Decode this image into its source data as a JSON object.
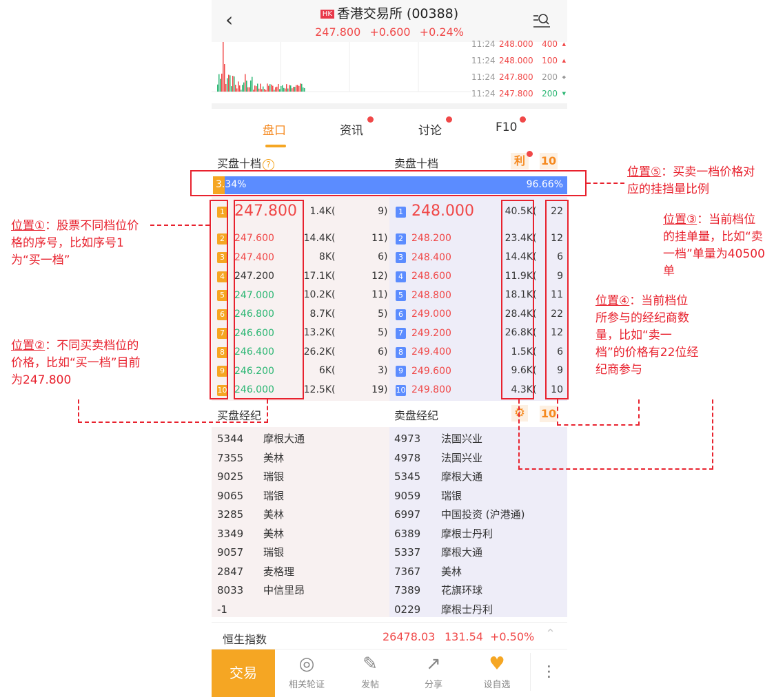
{
  "header": {
    "hk_badge": "HK",
    "title": "香港交易所 (00388)",
    "price": "247.800",
    "change": "+0.600",
    "change_pct": "+0.24%"
  },
  "ticks": [
    {
      "time": "11:24",
      "price": "248.000",
      "vol": "400",
      "dir": "up"
    },
    {
      "time": "11:24",
      "price": "248.000",
      "vol": "100",
      "dir": "up"
    },
    {
      "time": "11:24",
      "price": "247.800",
      "vol": "200",
      "dir": "flat"
    },
    {
      "time": "11:24",
      "price": "247.800",
      "vol": "200",
      "dir": "down"
    }
  ],
  "tabs": [
    {
      "label": "盘口",
      "active": true
    },
    {
      "label": "资讯",
      "dot": true
    },
    {
      "label": "讨论",
      "dot": true
    },
    {
      "label": "F10",
      "dot": true
    }
  ],
  "orderbook": {
    "buy_title": "买盘十档",
    "sell_title": "卖盘十档",
    "li_button": "利",
    "level_button": "10",
    "buy_ratio": "3.34%",
    "sell_ratio": "96.66%",
    "buy_fraction": 0.0334,
    "buy": [
      [
        "1",
        "247.800",
        "1.4K",
        "9",
        "#f04848"
      ],
      [
        "2",
        "247.600",
        "14.4K",
        "11",
        "#f04848"
      ],
      [
        "3",
        "247.400",
        "8K",
        "6",
        "#f04848"
      ],
      [
        "4",
        "247.200",
        "17.1K",
        "12",
        "#333333"
      ],
      [
        "5",
        "247.000",
        "10.2K",
        "11",
        "#2bb673"
      ],
      [
        "6",
        "246.800",
        "8.7K",
        "5",
        "#2bb673"
      ],
      [
        "7",
        "246.600",
        "13.2K",
        "5",
        "#2bb673"
      ],
      [
        "8",
        "246.400",
        "26.2K",
        "6",
        "#2bb673"
      ],
      [
        "9",
        "246.200",
        "6K",
        "3",
        "#2bb673"
      ],
      [
        "10",
        "246.000",
        "12.5K",
        "19",
        "#2bb673"
      ]
    ],
    "sell": [
      [
        "1",
        "248.000",
        "40.5K",
        "22"
      ],
      [
        "2",
        "248.200",
        "23.4K",
        "12"
      ],
      [
        "3",
        "248.400",
        "14.4K",
        "6"
      ],
      [
        "4",
        "248.600",
        "11.9K",
        "9"
      ],
      [
        "5",
        "248.800",
        "18.1K",
        "11"
      ],
      [
        "6",
        "249.000",
        "28.4K",
        "22"
      ],
      [
        "7",
        "249.200",
        "26.8K",
        "12"
      ],
      [
        "8",
        "249.400",
        "1.5K",
        "6"
      ],
      [
        "9",
        "249.600",
        "9.6K",
        "9"
      ],
      [
        "10",
        "249.800",
        "4.3K",
        "10"
      ]
    ]
  },
  "brokers": {
    "buy_title": "买盘经纪",
    "sell_title": "卖盘经纪",
    "level_button": "10",
    "buy": [
      [
        "5344",
        "摩根大通"
      ],
      [
        "7355",
        "美林"
      ],
      [
        "9025",
        "瑞银"
      ],
      [
        "9065",
        "瑞银"
      ],
      [
        "3285",
        "美林"
      ],
      [
        "3349",
        "美林"
      ],
      [
        "9057",
        "瑞银"
      ],
      [
        "2847",
        "麦格理"
      ],
      [
        "8033",
        "中信里昂"
      ],
      [
        "-1",
        ""
      ]
    ],
    "sell": [
      [
        "4973",
        "法国兴业"
      ],
      [
        "4978",
        "法国兴业"
      ],
      [
        "5345",
        "摩根大通"
      ],
      [
        "9059",
        "瑞银"
      ],
      [
        "6997",
        "中国投资 (沪港通)"
      ],
      [
        "6389",
        "摩根士丹利"
      ],
      [
        "5337",
        "摩根大通"
      ],
      [
        "7367",
        "美林"
      ],
      [
        "7389",
        "花旗环球"
      ],
      [
        "0229",
        "摩根士丹利"
      ]
    ]
  },
  "index": {
    "name": "恒生指数",
    "value": "26478.03",
    "change": "131.54",
    "pct": "+0.50%"
  },
  "bottom": {
    "trade": "交易",
    "items": [
      "相关轮证",
      "发帖",
      "分享",
      "设自选"
    ]
  },
  "annotations": {
    "a1": {
      "label": "位置①",
      "text": "：股票不同档位价格的序号，比如序号1为“买一档”"
    },
    "a2": {
      "label": "位置②",
      "text": "：不同买卖档位的价格，比如“买一档”目前为247.800"
    },
    "a3": {
      "label": "位置③",
      "text": "：当前档位的挂单量，比如“卖一档”单量为40500单"
    },
    "a4": {
      "label": "位置④",
      "text": "：当前档位所参与的经纪商数量，比如“卖一档”的价格有22位经纪商参与"
    },
    "a5": {
      "label": "位置⑤",
      "text": "：买卖一档价格对应的挂挡量比例"
    }
  },
  "colors": {
    "red": "#f04848",
    "green": "#2bb673",
    "orange": "#f5a623",
    "blue": "#5b8cff",
    "annotation": "#e8222e"
  }
}
